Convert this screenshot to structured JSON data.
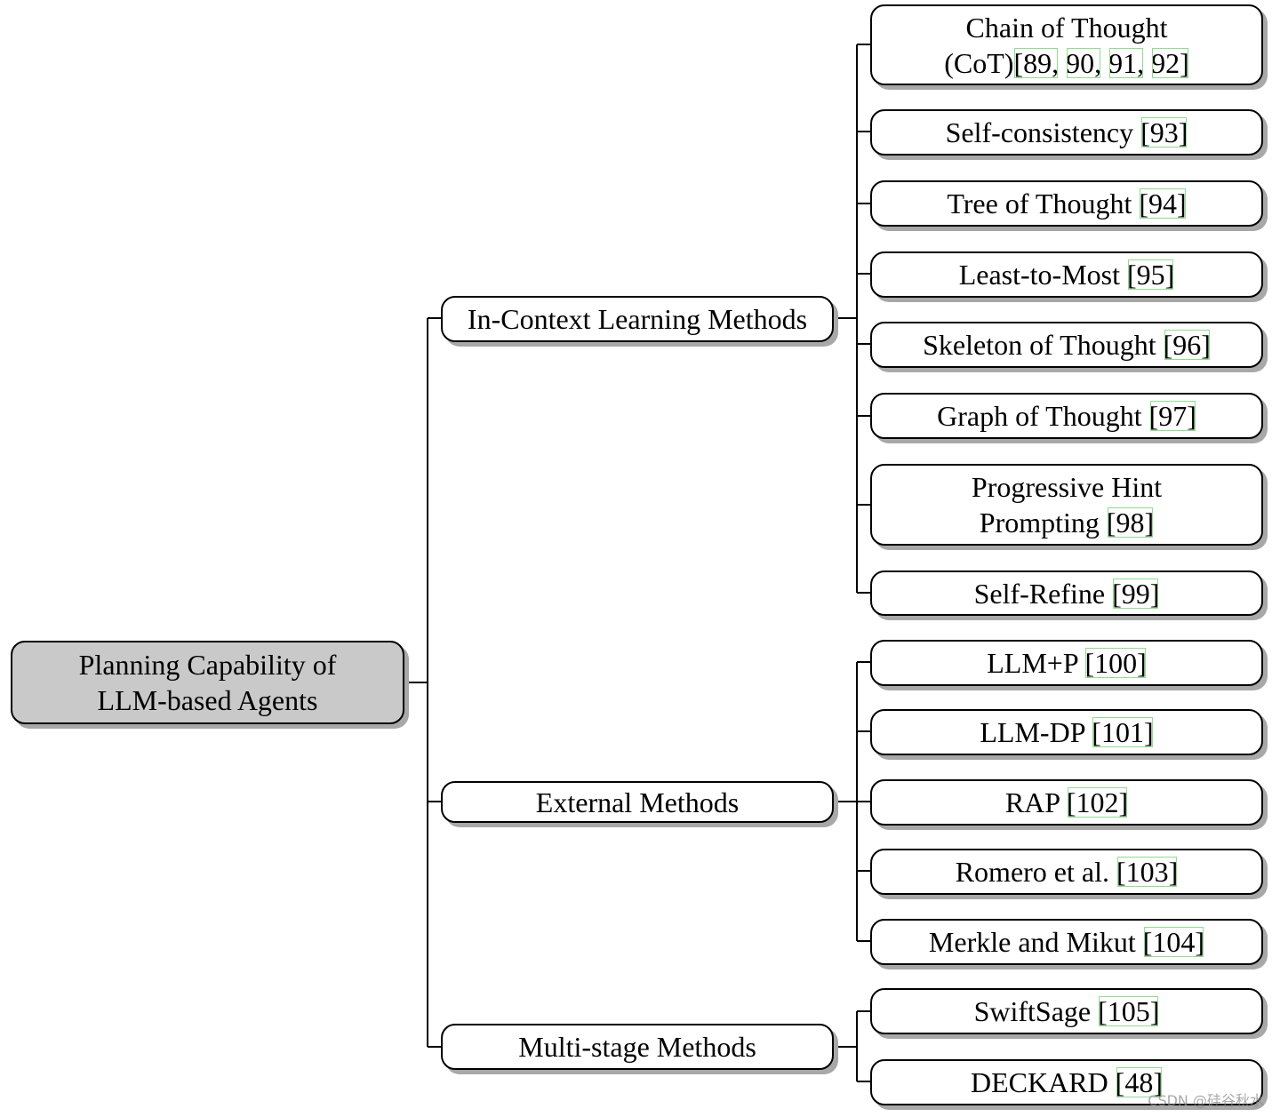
{
  "root": {
    "line1": "Planning Capability of",
    "line2": "LLM-based Agents"
  },
  "categories": {
    "in_context": {
      "label": "In-Context Learning Methods",
      "items": {
        "cot": {
          "line1": "Chain of Thought",
          "line2_text": "(CoT)",
          "refs": [
            "[89,",
            "90,",
            "91,",
            "92]"
          ]
        },
        "self_consistency": {
          "text": "Self-consistency",
          "ref": "[93]"
        },
        "tot": {
          "text": "Tree of Thought",
          "ref": "[94]"
        },
        "least_to_most": {
          "text": "Least-to-Most",
          "ref": "[95]"
        },
        "skeleton": {
          "text": "Skeleton of Thought",
          "ref": "[96]"
        },
        "got": {
          "text": "Graph of Thought",
          "ref": "[97]"
        },
        "php": {
          "line1": "Progressive Hint",
          "line2_text": "Prompting",
          "ref": "[98]"
        },
        "self_refine": {
          "text": "Self-Refine",
          "ref": "[99]"
        }
      }
    },
    "external": {
      "label": "External Methods",
      "items": {
        "llm_p": {
          "text": "LLM+P",
          "ref": "[100]"
        },
        "llm_dp": {
          "text": "LLM-DP",
          "ref": "[101]"
        },
        "rap": {
          "text": "RAP",
          "ref": "[102]"
        },
        "romero": {
          "text": "Romero et al.",
          "ref": "[103]"
        },
        "merkle": {
          "text": "Merkle and Mikut",
          "ref": "[104]"
        }
      }
    },
    "multi_stage": {
      "label": "Multi-stage Methods",
      "items": {
        "swiftsage": {
          "text": "SwiftSage",
          "ref": "[105]"
        },
        "deckard": {
          "text": "DECKARD",
          "ref": "[48]"
        }
      }
    }
  },
  "watermark": "CSDN @硅谷秋水",
  "colors": {
    "root_fill": "#c9c9c9",
    "node_fill": "#ffffff",
    "shadow": "#a8a8a8",
    "ref_box": "#8fdc8f",
    "line": "#000000"
  }
}
